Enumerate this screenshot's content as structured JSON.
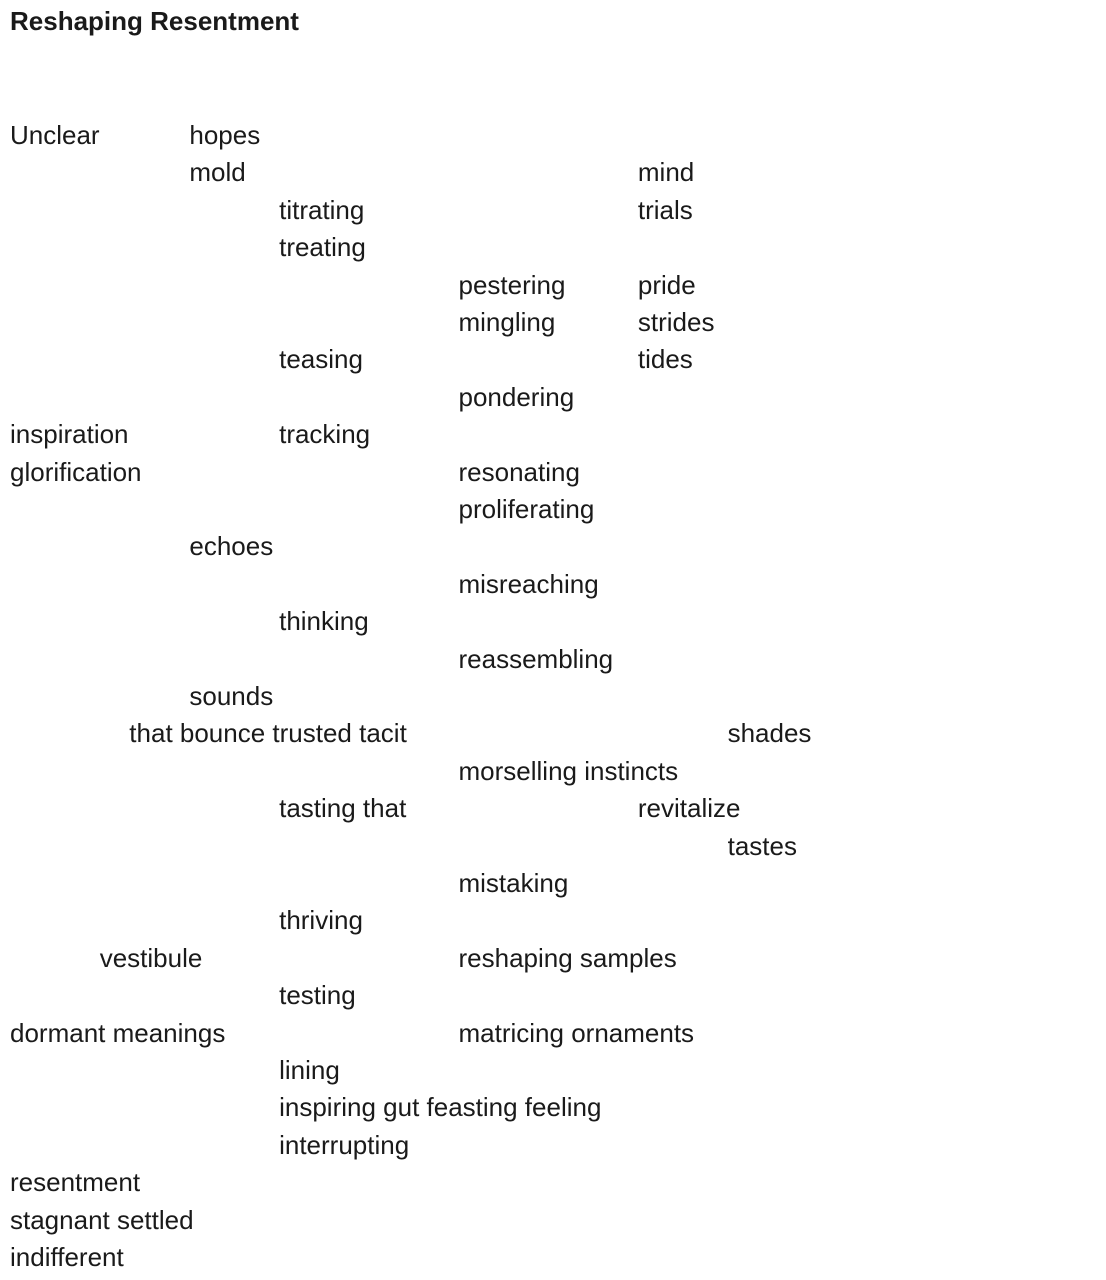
{
  "poem": {
    "title": "Reshaping Resentment",
    "lines": [
      {
        "fragments": [
          {
            "text": "Unclear",
            "col": 0
          },
          {
            "text": "hopes",
            "col": 2
          }
        ]
      },
      {
        "fragments": [
          {
            "text": "mold",
            "col": 2
          },
          {
            "text": "mind",
            "col": 7
          }
        ]
      },
      {
        "fragments": [
          {
            "text": "titrating",
            "col": 3
          },
          {
            "text": "trials",
            "col": 7
          }
        ]
      },
      {
        "fragments": [
          {
            "text": "treating",
            "col": 3
          }
        ]
      },
      {
        "fragments": [
          {
            "text": "pestering",
            "col": 5
          },
          {
            "text": "pride",
            "col": 7
          }
        ]
      },
      {
        "fragments": [
          {
            "text": "mingling",
            "col": 5
          },
          {
            "text": "strides",
            "col": 7
          }
        ]
      },
      {
        "fragments": [
          {
            "text": "teasing",
            "col": 3
          },
          {
            "text": "tides",
            "col": 7
          }
        ]
      },
      {
        "fragments": [
          {
            "text": "pondering",
            "col": 5
          }
        ]
      },
      {
        "fragments": [
          {
            "text": "inspiration",
            "col": 0
          },
          {
            "text": "tracking",
            "col": 3
          }
        ]
      },
      {
        "fragments": [
          {
            "text": "glorification",
            "col": 0
          },
          {
            "text": "resonating",
            "col": 5
          }
        ]
      },
      {
        "fragments": [
          {
            "text": "proliferating",
            "col": 5
          }
        ]
      },
      {
        "fragments": [
          {
            "text": "echoes",
            "col": 2
          }
        ]
      },
      {
        "fragments": [
          {
            "text": "misreaching",
            "col": 5
          }
        ]
      },
      {
        "fragments": [
          {
            "text": "thinking",
            "col": 3
          }
        ]
      },
      {
        "fragments": [
          {
            "text": "reassembling",
            "col": 5
          }
        ]
      },
      {
        "fragments": [
          {
            "text": "sounds",
            "col": 2
          }
        ]
      },
      {
        "fragments": [
          {
            "text": "that bounce trusted tacit",
            "col": 1.33
          },
          {
            "text": "shades",
            "col": 8
          }
        ]
      },
      {
        "fragments": [
          {
            "text": "morselling instincts",
            "col": 5
          }
        ]
      },
      {
        "fragments": [
          {
            "text": "tasting that",
            "col": 3
          },
          {
            "text": "revitalize",
            "col": 7
          }
        ]
      },
      {
        "fragments": [
          {
            "text": "tastes",
            "col": 8
          }
        ]
      },
      {
        "fragments": [
          {
            "text": "mistaking",
            "col": 5
          }
        ]
      },
      {
        "fragments": [
          {
            "text": "thriving",
            "col": 3
          }
        ]
      },
      {
        "fragments": [
          {
            "text": "vestibule",
            "col": 1
          },
          {
            "text": "reshaping samples",
            "col": 5
          }
        ]
      },
      {
        "fragments": [
          {
            "text": "testing",
            "col": 3
          }
        ]
      },
      {
        "fragments": [
          {
            "text": "dormant meanings",
            "col": 0
          },
          {
            "text": "matricing ornaments",
            "col": 5
          }
        ]
      },
      {
        "fragments": [
          {
            "text": "lining",
            "col": 3
          }
        ]
      },
      {
        "fragments": [
          {
            "text": "inspiring gut feasting feeling",
            "col": 3
          }
        ]
      },
      {
        "fragments": [
          {
            "text": "interrupting",
            "col": 3
          }
        ]
      },
      {
        "fragments": [
          {
            "text": "resentment",
            "col": 0
          }
        ]
      },
      {
        "fragments": [
          {
            "text": "stagnant settled",
            "col": 0
          }
        ]
      },
      {
        "fragments": [
          {
            "text": "indifferent",
            "col": 0
          }
        ]
      }
    ]
  }
}
